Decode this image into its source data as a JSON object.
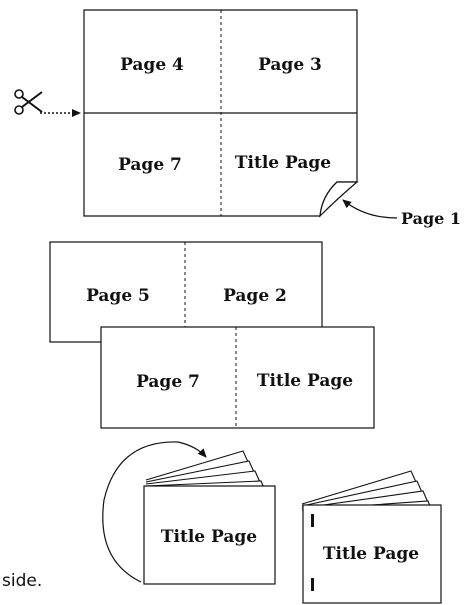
{
  "sheet1": {
    "top_left": "Page 4",
    "top_right": "Page 3",
    "bottom_left": "Page 7",
    "bottom_right": "Title Page",
    "callout": "Page 1"
  },
  "sheet2": {
    "left": "Page 5",
    "right": "Page 2"
  },
  "sheet3": {
    "left": "Page 7",
    "right": "Title Page"
  },
  "booklet1": {
    "cover": "Title Page"
  },
  "booklet2": {
    "cover": "Title Page"
  },
  "caption": "side."
}
